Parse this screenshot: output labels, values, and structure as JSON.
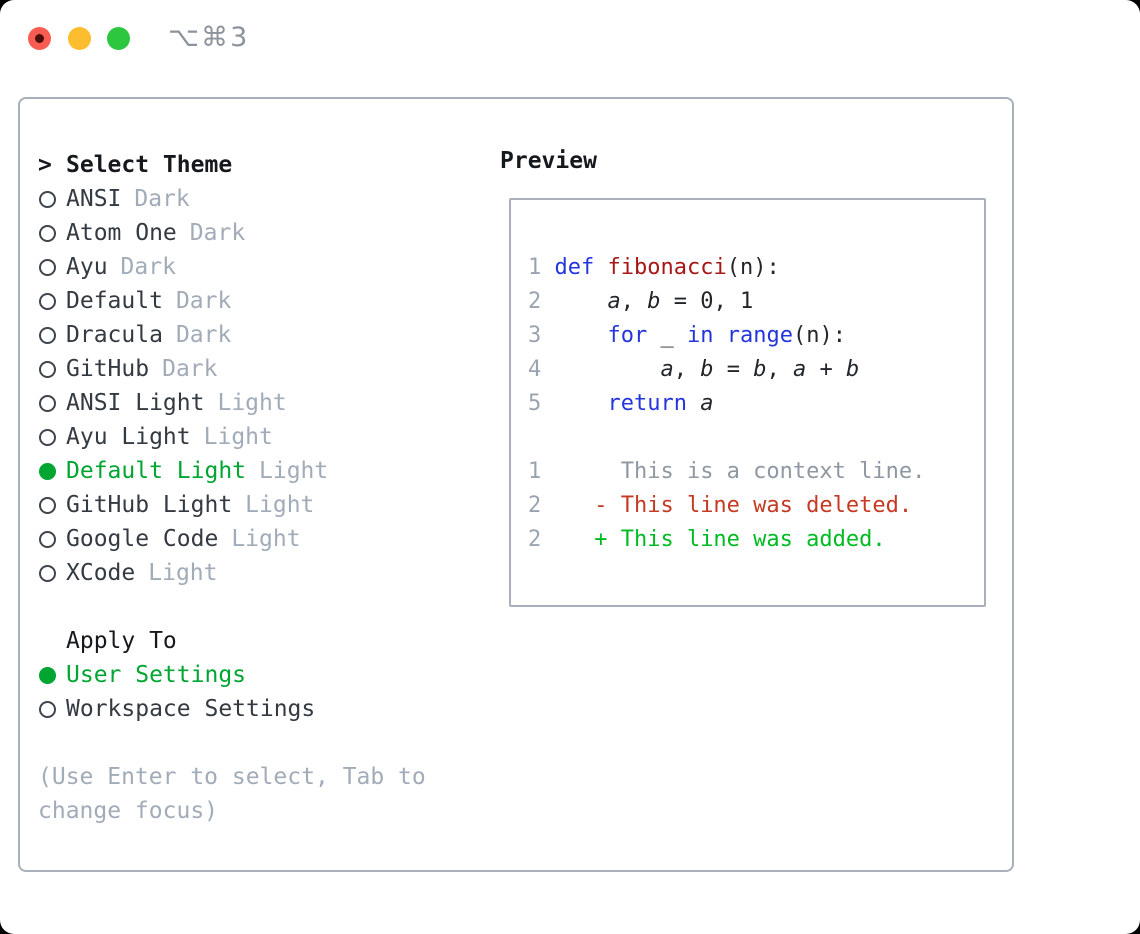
{
  "window": {
    "shortcut_label": "⌥⌘3"
  },
  "colors": {
    "accent_green": "#00a532",
    "added_green": "#00bb22",
    "deleted_red": "#c43a22",
    "keyword_blue": "#2535dd",
    "function_red": "#a61717",
    "muted_gray": "#a2abb8",
    "line_number_gray": "#9aa4b0",
    "panel_border": "#a9b0b9",
    "traffic_red": "#f85b52",
    "traffic_yellow": "#fcbd2e",
    "traffic_green": "#2cc73f"
  },
  "left": {
    "caret": ">",
    "title": "Select Theme",
    "themes": [
      {
        "name": "ANSI",
        "variant": "Dark",
        "selected": false
      },
      {
        "name": "Atom One",
        "variant": "Dark",
        "selected": false
      },
      {
        "name": "Ayu",
        "variant": "Dark",
        "selected": false
      },
      {
        "name": "Default",
        "variant": "Dark",
        "selected": false
      },
      {
        "name": "Dracula",
        "variant": "Dark",
        "selected": false
      },
      {
        "name": "GitHub",
        "variant": "Dark",
        "selected": false
      },
      {
        "name": "ANSI Light",
        "variant": "Light",
        "selected": false
      },
      {
        "name": "Ayu Light",
        "variant": "Light",
        "selected": false
      },
      {
        "name": "Default Light",
        "variant": "Light",
        "selected": true
      },
      {
        "name": "GitHub Light",
        "variant": "Light",
        "selected": false
      },
      {
        "name": "Google Code",
        "variant": "Light",
        "selected": false
      },
      {
        "name": "XCode",
        "variant": "Light",
        "selected": false
      }
    ],
    "apply_to": {
      "title": "Apply To",
      "options": [
        {
          "label": "User Settings",
          "selected": true
        },
        {
          "label": "Workspace Settings",
          "selected": false
        }
      ]
    },
    "hint_lines": [
      "(Use Enter to select, Tab to",
      "change focus)"
    ]
  },
  "preview": {
    "title": "Preview",
    "code": {
      "l1": {
        "num": "1",
        "sp": " ",
        "kw": "def",
        "sp2": " ",
        "fn": "fibonacci",
        "rest": "(n):"
      },
      "l2": {
        "num": "2",
        "ind": "     ",
        "a": "a",
        "c1": ", ",
        "b": "b",
        "rest": " = 0, 1"
      },
      "l3": {
        "num": "3",
        "ind": "     ",
        "kw1": "for",
        "s1": " _ ",
        "kw2": "in",
        "s2": " ",
        "kw3": "range",
        "rest": "(n):"
      },
      "l4": {
        "num": "4",
        "ind": "         ",
        "a1": "a",
        "c1": ", ",
        "b1": "b",
        "eq": " = ",
        "b2": "b",
        "c2": ", ",
        "a2": "a",
        "plus": " + ",
        "b3": "b"
      },
      "l5": {
        "num": "5",
        "ind": "     ",
        "kw": "return",
        "sp": " ",
        "a": "a"
      },
      "l6": {
        "num": "1",
        "text": "      This is a context line."
      },
      "l7": {
        "num": "2",
        "text": "    - This line was deleted."
      },
      "l8": {
        "num": "2",
        "text": "    + This line was added."
      }
    }
  }
}
